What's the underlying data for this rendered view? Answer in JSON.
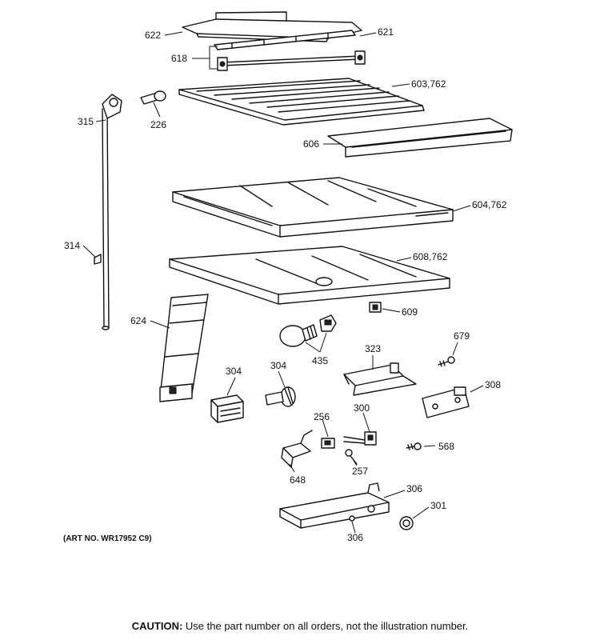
{
  "labels": {
    "p622": "622",
    "p621": "621",
    "p618": "618",
    "p603": "603,762",
    "p315": "315",
    "p226": "226",
    "p606": "606",
    "p604": "604,762",
    "p314": "314",
    "p608": "608,762",
    "p609": "609",
    "p624": "624",
    "p435": "435",
    "p323": "323",
    "p679": "679",
    "p304a": "304",
    "p304b": "304",
    "p308": "308",
    "p256": "256",
    "p300": "300",
    "p568": "568",
    "p648": "648",
    "p257": "257",
    "p306a": "306",
    "p301": "301",
    "p306b": "306"
  },
  "art_number": "(ART NO. WR17952 C9)",
  "caution": {
    "title": "CAUTION:",
    "text": "Use the part number on all orders, not the illustration number."
  }
}
